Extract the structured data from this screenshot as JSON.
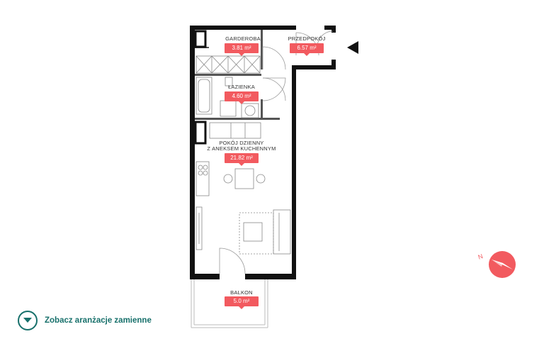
{
  "rooms": [
    {
      "key": "garderoba",
      "name": "GARDEROBA",
      "area": "3.81 m²"
    },
    {
      "key": "przedpokoj",
      "name": "PRZEDPOKÓJ",
      "area": "6.57 m²"
    },
    {
      "key": "lazienka",
      "name": "ŁAZIENKA",
      "area": "4.60 m²"
    },
    {
      "key": "pokoj",
      "name_line1": "POKÓJ DZIENNY",
      "name_line2": "Z ANEKSEM KUCHENNYM",
      "area": "21.82 m²"
    },
    {
      "key": "balkon",
      "name": "BALKON",
      "area": "5.0 m²"
    }
  ],
  "link": {
    "label": "Zobacz aranżacje zamienne",
    "icon": "chevron-down-icon"
  },
  "compass": {
    "letter": "N",
    "icon": "compass-icon",
    "color": "#f25a5f"
  },
  "entrance": {
    "icon": "entrance-arrow-icon"
  },
  "colors": {
    "accent": "#f25a5f",
    "link": "#17706b",
    "wall": "#111111"
  }
}
